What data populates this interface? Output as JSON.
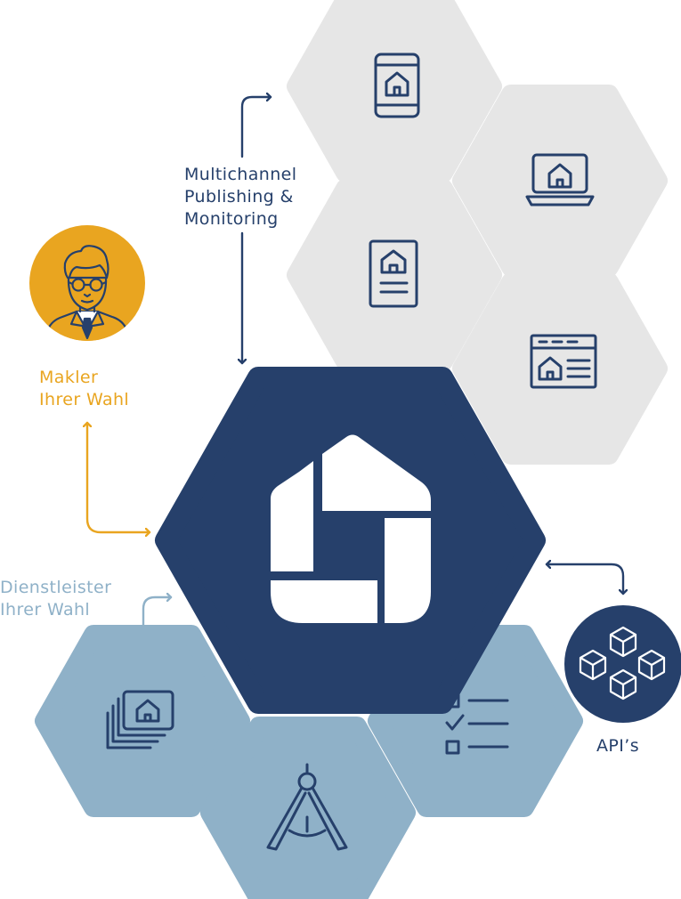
{
  "labels": {
    "multichannel": [
      "Multichannel",
      "Publishing &",
      "Monitoring"
    ],
    "makler": [
      "Makler",
      "Ihrer Wahl"
    ],
    "dienstleister": [
      "Dienstleister",
      "Ihrer Wahl"
    ],
    "apis": "API’s"
  },
  "colors": {
    "navy": "#26406b",
    "gray_hex": "#e6e6e6",
    "light_blue_hex": "#8fb1c8",
    "orange": "#e9a520",
    "white": "#ffffff"
  },
  "icons": {
    "center": "house-logo-icon",
    "top_channels": [
      "mobile-house-icon",
      "laptop-house-icon",
      "document-house-icon",
      "browser-house-icon"
    ],
    "bottom_services": [
      "photo-stack-icon",
      "compass-icon",
      "checklist-icon"
    ],
    "integrations": "cubes-icon",
    "agent": "agent-avatar-icon"
  }
}
